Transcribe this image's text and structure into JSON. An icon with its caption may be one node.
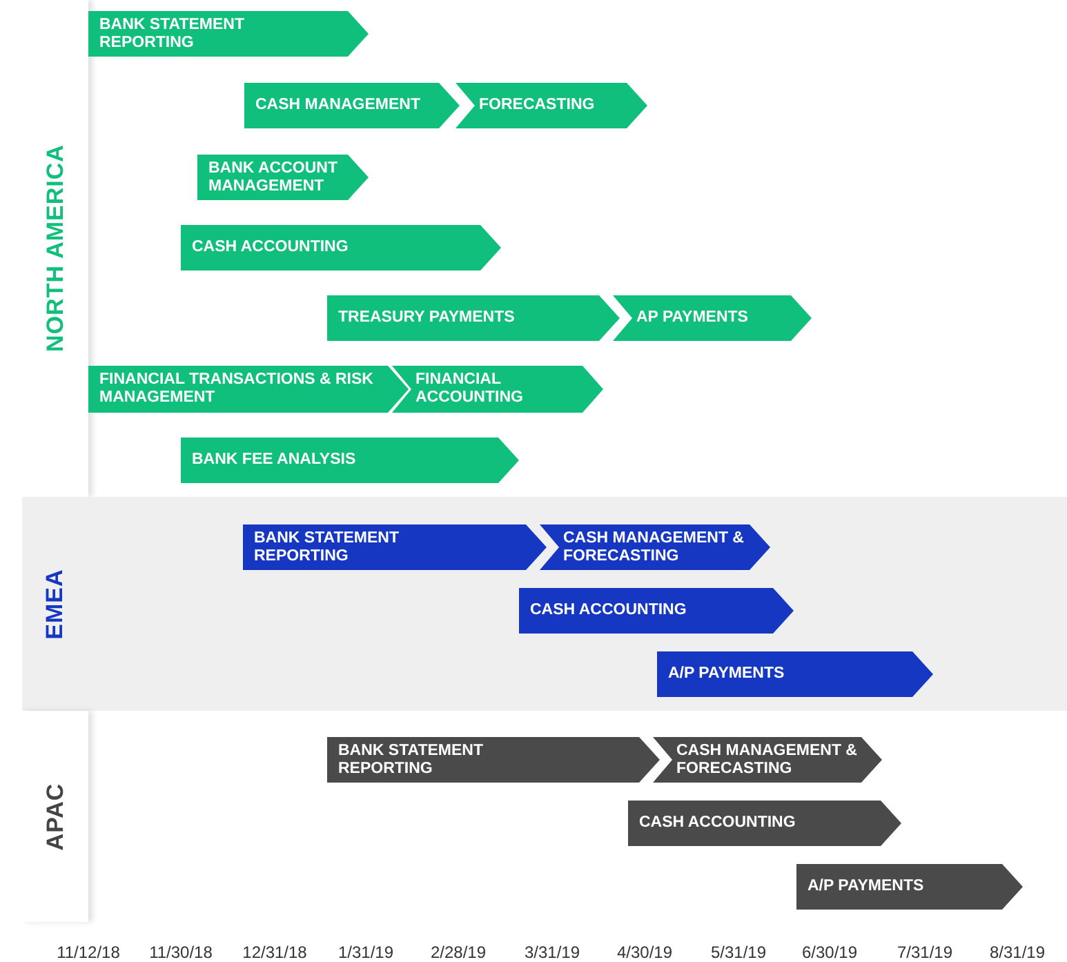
{
  "diagram": {
    "nodes": [
      {
        "text": [
          "NORTH AMERICA"
        ]
      },
      {
        "text": [
          "BANK STATEMENT REPORTING"
        ],
        "in": 0
      },
      {
        "text": [
          "CASH MANAGEMENT"
        ],
        "in": 0
      },
      {
        "text": [
          "FORECASTING"
        ],
        "in": 0
      },
      {
        "text": [
          "BANK ACCOUNT MANAGEMENT"
        ],
        "in": 0
      },
      {
        "text": [
          "CASH ACCOUNTING"
        ],
        "in": 0
      },
      {
        "text": [
          "TREASURY PAYMENTS"
        ],
        "in": 0
      },
      {
        "text": [
          "AP PAYMENTS"
        ],
        "in": 0
      },
      {
        "text": [
          "FINANCIAL TRANSACTIONS & RISK MANAGEMENT"
        ],
        "in": 0
      },
      {
        "text": [
          "FINANCIAL ACCOUNTING"
        ],
        "in": 0
      },
      {
        "text": [
          "BANK FEE ANALYSIS"
        ],
        "in": 0
      },
      {
        "text": [
          "EMEA"
        ]
      },
      {
        "text": [
          "BANK STATEMENT REPORTING"
        ],
        "in": 11
      },
      {
        "text": [
          "CASH MANAGEMENT & FORECASTING"
        ],
        "in": 11
      },
      {
        "text": [
          "CASH ACCOUNTING"
        ],
        "in": 11
      },
      {
        "text": [
          "A/P PAYMENTS"
        ],
        "in": 11
      },
      {
        "text": [
          "APAC"
        ]
      },
      {
        "text": [
          "BANK STATEMENT REPORTING"
        ],
        "in": 16
      },
      {
        "text": [
          "CASH MANAGEMENT & FORECASTING"
        ],
        "in": 16
      },
      {
        "text": [
          "CASH ACCOUNTING"
        ],
        "in": 16
      },
      {
        "text": [
          "A/P PAYMENTS"
        ],
        "in": 16
      }
    ],
    "labels": [
      "11/12/18",
      "11/30/18",
      "12/31/18",
      "1/31/19",
      "2/28/19",
      "3/31/19",
      "4/30/19",
      "5/31/19",
      "6/30/19",
      "7/31/19",
      "8/31/19"
    ]
  }
}
